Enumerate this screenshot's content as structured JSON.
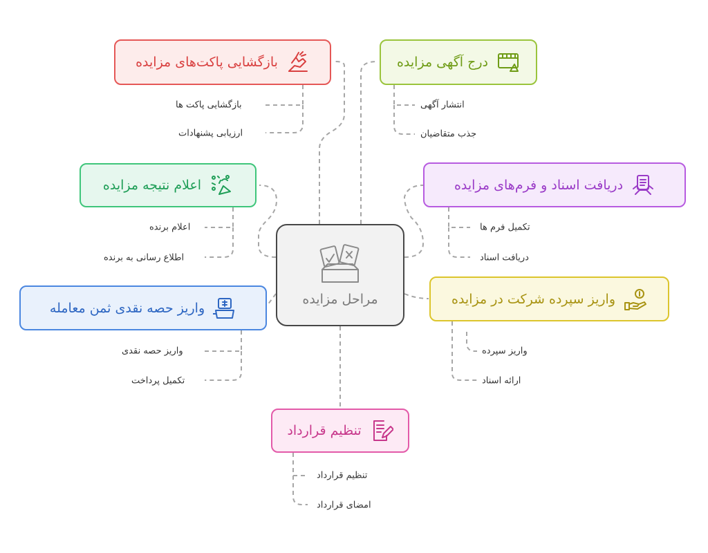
{
  "center": {
    "label": "مراحل مزایده",
    "icon": "ballot-box-icon"
  },
  "nodes": [
    {
      "id": "opening",
      "label": "بازگشایی پاکت‌های مزایده",
      "icon": "hand-sparkle-icon",
      "colors": {
        "border": "#e55756",
        "bg": "#fdeceb",
        "text": "#d94040"
      },
      "items": [
        "بازگشایی پاکت ها",
        "ارزیابی پشنهادات"
      ]
    },
    {
      "id": "advert",
      "label": "درج آگهی مزایده",
      "icon": "billboard-icon",
      "colors": {
        "border": "#9ac43c",
        "bg": "#f3f9e6",
        "text": "#6f9c16"
      },
      "items": [
        "انتشار آگهی",
        "جذب متقاضیان"
      ]
    },
    {
      "id": "result",
      "label": "اعلام نتیجه مزایده",
      "icon": "celebration-icon",
      "colors": {
        "border": "#3ec57a",
        "bg": "#e6f7ee",
        "text": "#1f9e57"
      },
      "items": [
        "اعلام برنده",
        "اطلاع رسانی به برنده"
      ]
    },
    {
      "id": "documents",
      "label": "دریافت اسناد و فرم‌های مزایده",
      "icon": "document-hand-icon",
      "colors": {
        "border": "#b75be0",
        "bg": "#f6eafc",
        "text": "#9a3bc7"
      },
      "items": [
        "تکمیل فرم ها",
        "دریافت اسناد"
      ]
    },
    {
      "id": "payment",
      "label": "واریز حصه نقدی ثمن معامله",
      "icon": "cash-register-icon",
      "colors": {
        "border": "#4a86e0",
        "bg": "#e9f1fc",
        "text": "#2d66c2"
      },
      "items": [
        "واریز حصه نقدی",
        "تکمیل پرداخت"
      ]
    },
    {
      "id": "deposit",
      "label": "واریز سپرده شرکت در مزایده",
      "icon": "hand-coin-icon",
      "colors": {
        "border": "#dcc52c",
        "bg": "#fbf8df",
        "text": "#a89312"
      },
      "items": [
        "واریز سپرده",
        "ارائه اسناد"
      ]
    },
    {
      "id": "contract",
      "label": "تنظیم قرارداد",
      "icon": "document-pen-icon",
      "colors": {
        "border": "#e35aa9",
        "bg": "#fdeaf5",
        "text": "#c7378b"
      },
      "items": [
        "تنظیم قرارداد",
        "امضای قرارداد"
      ]
    }
  ]
}
